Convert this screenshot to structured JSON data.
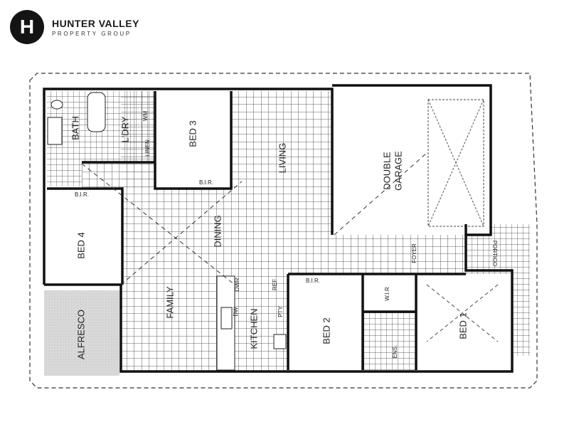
{
  "brand": {
    "name": "HUNTER VALLEY",
    "tagline": "PROPERTY GROUP",
    "logo_letter": "H"
  },
  "rooms": {
    "bath": "BATH",
    "laundry": "L'DRY",
    "wm": "WM",
    "linen": "LINEN",
    "bed3": "BED 3",
    "bir3": "B.I.R.",
    "living": "LIVING",
    "garage_1": "DOUBLE",
    "garage_2": "GARAGE",
    "bed4": "BED 4",
    "bir4": "B.I.R.",
    "dining": "DINING",
    "family": "FAMILY",
    "alfresco": "ALFRESCO",
    "dwr": "DWR",
    "dw": "DW",
    "kitchen": "KITCHEN",
    "ref": "REF",
    "pty": "PTY",
    "bed2": "BED 2",
    "bir2": "B.I.R.",
    "wir": "W.I.R",
    "ens": "ENS.",
    "bed1": "BED 1",
    "foyer": "FOYER",
    "portico": "PORTICO"
  },
  "colors": {
    "wall": "#111111",
    "tile": "#333333",
    "alfresco": "#d9d9d9"
  }
}
